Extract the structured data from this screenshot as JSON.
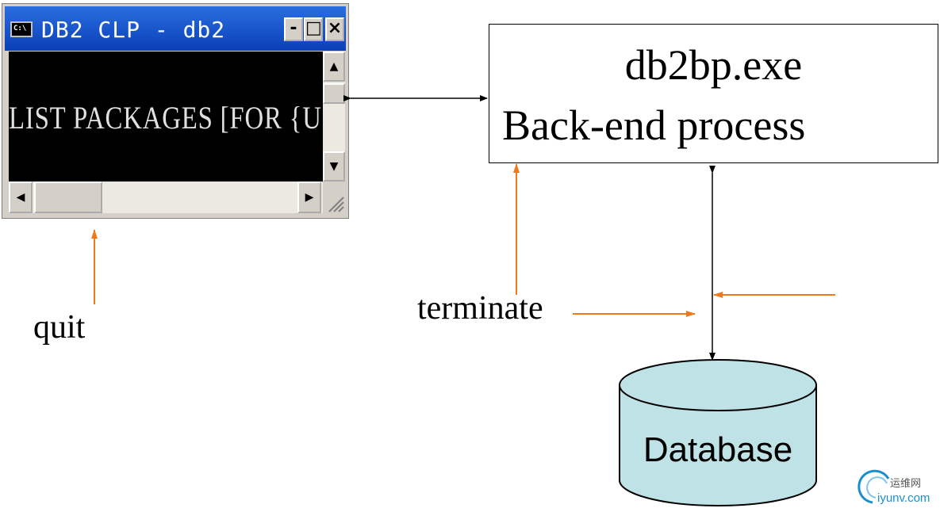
{
  "console_window": {
    "title": "DB2 CLP - db2",
    "icon_text": "C:\\",
    "buttons": {
      "minimize": "-",
      "maximize": "□",
      "close": "×"
    },
    "command_text": "LIST PACKAGES [FOR {U"
  },
  "backend": {
    "line1": "db2bp.exe",
    "line2": "Back-end process"
  },
  "labels": {
    "quit": "quit",
    "terminate": "terminate"
  },
  "database": {
    "label": "Database"
  },
  "colors": {
    "orange_arrow": "#f07a1a",
    "black_arrow": "#000000",
    "cylinder_fill": "#bfe2e6",
    "titlebar": "#0a3fb8"
  },
  "watermark": {
    "brand": "iyunv.com",
    "chinese": "运维网"
  }
}
